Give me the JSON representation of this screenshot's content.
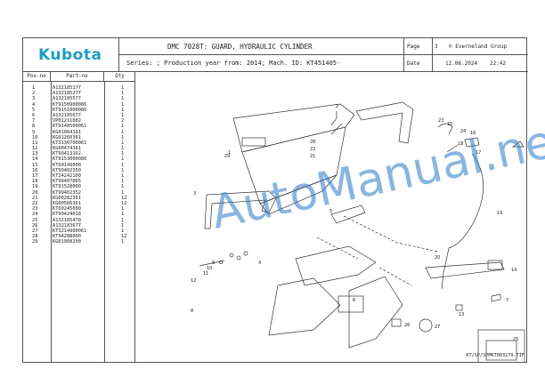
{
  "header": {
    "logo": "Kubota",
    "title": "DMC 7028T: GUARD, HYDRAULIC CYLINDER",
    "series": "Series: ; Production year from: 2014; Mach. ID: KT451405-",
    "page_label": "Page",
    "page_number": "3",
    "owner": "© Everneland Group",
    "date_label": "Date",
    "date": "12.06.2024",
    "time": "22:42"
  },
  "parts_table": {
    "headers": [
      "Pos-no",
      "Part-no",
      "Qty"
    ],
    "rows": [
      {
        "pos": "1",
        "part": "A132185177",
        "qty": "1"
      },
      {
        "pos": "2",
        "part": "A132185277",
        "qty": "1"
      },
      {
        "pos": "3",
        "part": "A132185577",
        "qty": "1"
      },
      {
        "pos": "4",
        "part": "KT9150900086",
        "qty": "1"
      },
      {
        "pos": "5",
        "part": "KT9151000086",
        "qty": "1"
      },
      {
        "pos": "6",
        "part": "A132185677",
        "qty": "1"
      },
      {
        "pos": "7",
        "part": "VP01211882",
        "qty": "2"
      },
      {
        "pos": "8",
        "part": "KT9148500061",
        "qty": "1"
      },
      {
        "pos": "9",
        "part": "KG01064161",
        "qty": "1"
      },
      {
        "pos": "10",
        "part": "KG01260361",
        "qty": "1"
      },
      {
        "pos": "11",
        "part": "KT3130700061",
        "qty": "1"
      },
      {
        "pos": "12",
        "part": "KG00474361",
        "qty": "1"
      },
      {
        "pos": "13",
        "part": "KT99413162",
        "qty": "1"
      },
      {
        "pos": "14",
        "part": "KT9153000086",
        "qty": "1"
      },
      {
        "pos": "15",
        "part": "KT60149000",
        "qty": "1"
      },
      {
        "pos": "16",
        "part": "KT99402350",
        "qty": "1"
      },
      {
        "pos": "17",
        "part": "KT24242100",
        "qty": "1"
      },
      {
        "pos": "18",
        "part": "KT99407065",
        "qty": "1"
      },
      {
        "pos": "19",
        "part": "KT91528000",
        "qty": "1"
      },
      {
        "pos": "20",
        "part": "KT99402352",
        "qty": "1"
      },
      {
        "pos": "21",
        "part": "KG00282361",
        "qty": "12"
      },
      {
        "pos": "22",
        "part": "KG00566361",
        "qty": "12"
      },
      {
        "pos": "23",
        "part": "KT60245000",
        "qty": "1"
      },
      {
        "pos": "24",
        "part": "KT99424018",
        "qty": "1"
      },
      {
        "pos": "25",
        "part": "A132185478",
        "qty": "1"
      },
      {
        "pos": "26",
        "part": "A132183677",
        "qty": "1"
      },
      {
        "pos": "27",
        "part": "KT3214900061",
        "qty": "1"
      },
      {
        "pos": "28",
        "part": "KT94288000",
        "qty": "12"
      },
      {
        "pos": "29",
        "part": "KG01908200",
        "qty": "1"
      }
    ]
  },
  "diagram": {
    "reference": "KT/SP/SPMKT003279.TIF",
    "watermark": "AutoManual.net",
    "callouts": [
      "1",
      "2",
      "3",
      "4",
      "5",
      "6",
      "7",
      "8",
      "9",
      "10",
      "11",
      "12",
      "13",
      "14",
      "15",
      "16",
      "17",
      "18",
      "19",
      "20",
      "21",
      "22",
      "23",
      "24",
      "25",
      "26",
      "27",
      "28",
      "29"
    ]
  }
}
